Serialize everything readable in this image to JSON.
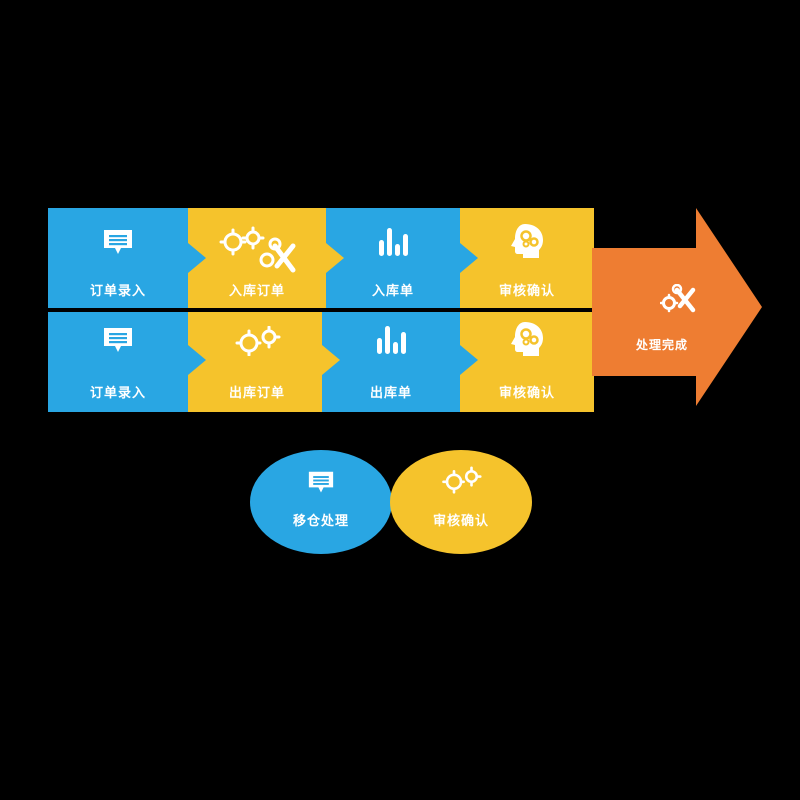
{
  "colors": {
    "background": "#000000",
    "blue": "#29a6e3",
    "yellow": "#f5c32c",
    "orange": "#ee7d32",
    "white": "#ffffff"
  },
  "row1": [
    {
      "label": "订单录入",
      "icon": "chat-bubble-icon"
    },
    {
      "label": "入库订单",
      "icon": "gears-wrench-icon"
    },
    {
      "label": "入库单",
      "icon": "bar-chart-icon"
    },
    {
      "label": "审核确认",
      "icon": "head-gears-icon"
    }
  ],
  "row2": [
    {
      "label": "订单录入",
      "icon": "chat-bubble-icon"
    },
    {
      "label": "出库订单",
      "icon": "gears-icon"
    },
    {
      "label": "出库单",
      "icon": "bar-chart-icon"
    },
    {
      "label": "审核确认",
      "icon": "head-gears-icon"
    }
  ],
  "final": {
    "label": "处理完成",
    "icon": "tools-icon"
  },
  "circles": [
    {
      "label": "移仓处理",
      "icon": "chat-bubble-icon"
    },
    {
      "label": "审核确认",
      "icon": "gears-icon"
    }
  ]
}
